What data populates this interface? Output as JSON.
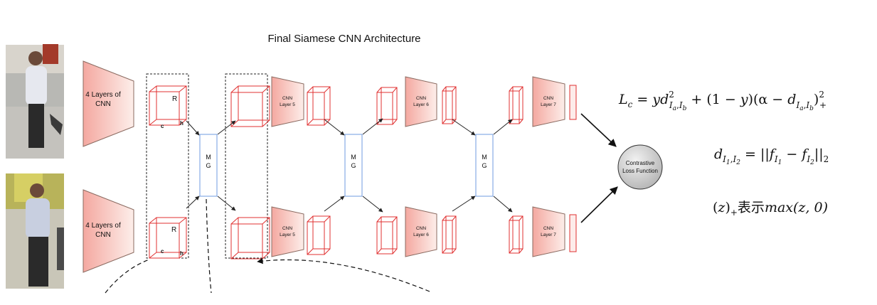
{
  "title": "Final Siamese CNN Architecture",
  "cnn_block_label": [
    "4 Layers of",
    "CNN"
  ],
  "cnn_layer5_label": [
    "CNN",
    "Layer 5"
  ],
  "cnn_layer6_label": [
    "CNN",
    "Layer 6"
  ],
  "cnn_layer7_label": [
    "CNN",
    "Layer 7"
  ],
  "cube_labels": {
    "r": "R",
    "c": "c",
    "h": "h"
  },
  "mg_labels": [
    "M",
    "G"
  ],
  "loss_label": [
    "Contrastive",
    "Loss Function"
  ],
  "formula1": {
    "lhs": "L",
    "lhs_sub": "c",
    "eq": " = ",
    "y": "y",
    "d": "d",
    "sup2": "2",
    "sub_a": "I",
    "sub_a_sub": "a",
    "comma": ",",
    "sub_b": "I",
    "sub_b_sub": "b",
    "mid": " + (1 − ",
    "y2": "y",
    "mid2": ")(α − ",
    "d2": "d",
    "close": ")",
    "sup_plus": "2",
    "sub_plus": "+"
  },
  "formula2": {
    "d": "d",
    "sub1": "I",
    "sub1_sub": "1",
    "comma": ",",
    "sub2": "I",
    "sub2_sub": "2",
    "eq": " = ||",
    "f1": "f",
    "f1_sub": "I",
    "f1_subsub": "1",
    "minus": " − ",
    "f2": "f",
    "f2_sub": "I",
    "f2_subsub": "2",
    "norm": "||",
    "norm_sub": "2"
  },
  "formula3": {
    "open": "(",
    "z": "z",
    "close": ")",
    "sub_plus": "+",
    "text": "表示",
    "rest": "max(z, 0)"
  },
  "colors": {
    "red": "#e03030",
    "pink_start": "#f4a8a0",
    "pink_end": "#fbe4e0",
    "blue": "#6f9be0",
    "dark": "#222222"
  }
}
